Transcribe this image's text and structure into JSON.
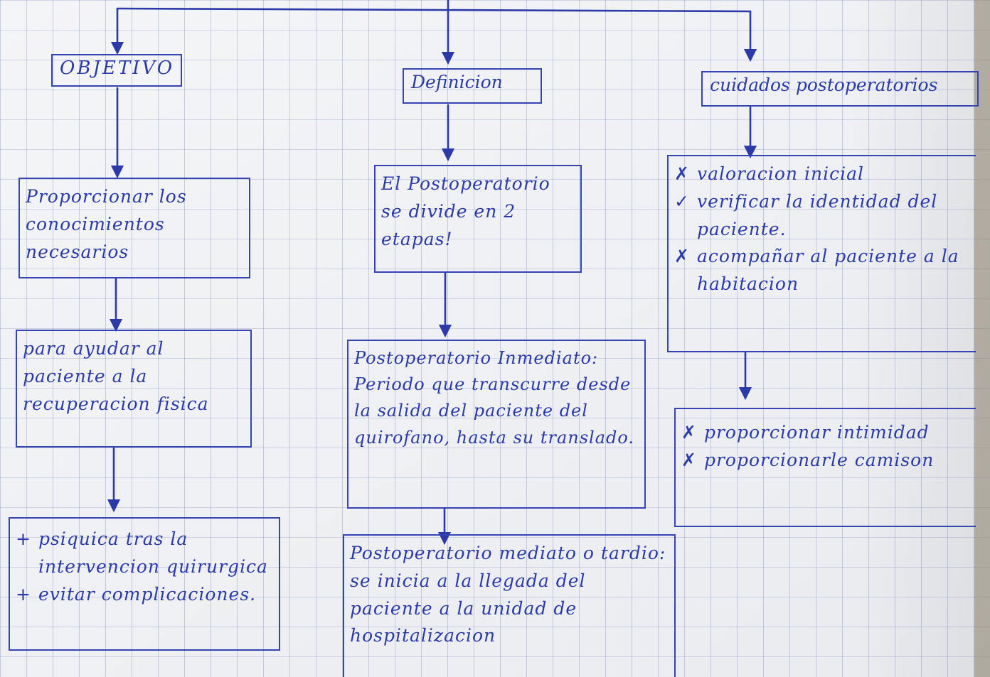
{
  "diagram": {
    "objetivo": {
      "header": "OBJETIVO",
      "box1": "Proporcionar los conocimientos necesarios",
      "box2": "para ayudar al paciente a la recuperacion fisica",
      "box3_items": [
        {
          "mark": "+",
          "text": "psiquica tras la intervencion quirurgica"
        },
        {
          "mark": "+",
          "text": "evitar complicaciones."
        }
      ]
    },
    "definicion": {
      "header": "Definicion",
      "box1": "El Postoperatorio se divide en 2 etapas!",
      "box2": "Postoperatorio Inmediato: Periodo que transcurre desde la salida del paciente del quirofano, hasta su translado.",
      "box3": "Postoperatorio mediato o tardio: se inicia a la llegada del paciente a la unidad de hospitalizacion"
    },
    "cuidados": {
      "header": "cuidados postoperatorios",
      "box1_items": [
        {
          "mark": "✗",
          "text": "valoracion inicial"
        },
        {
          "mark": "✓",
          "text": "verificar la identidad del paciente."
        },
        {
          "mark": "✗",
          "text": "acompañar al paciente a la habitacion"
        }
      ],
      "box2_items": [
        {
          "mark": "✗",
          "text": "proporcionar intimidad"
        },
        {
          "mark": "✗",
          "text": "proporcionarle camison"
        }
      ]
    }
  },
  "colors": {
    "ink": "#2b3aa8",
    "paper": "#eef0f3",
    "rule": "#8a9ac4"
  }
}
